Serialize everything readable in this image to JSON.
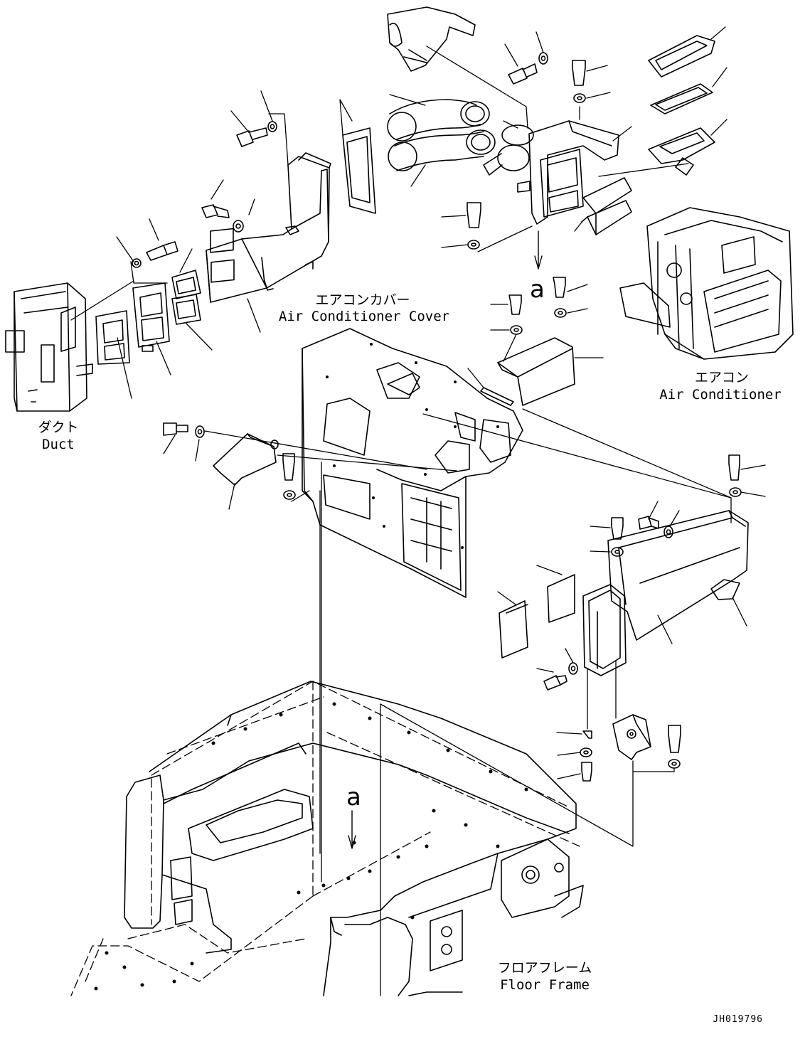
{
  "labels": {
    "duct": {
      "jp": "ダクト",
      "en": "Duct"
    },
    "ac_cover": {
      "jp": "エアコンカバー",
      "en": "Air Conditioner Cover"
    },
    "ac": {
      "jp": "エアコン",
      "en": "Air Conditioner"
    },
    "floor_frame": {
      "jp": "フロアフレーム",
      "en": "Floor Frame"
    }
  },
  "detail_markers": [
    "a",
    "a"
  ],
  "drawing_code": "JH019796"
}
